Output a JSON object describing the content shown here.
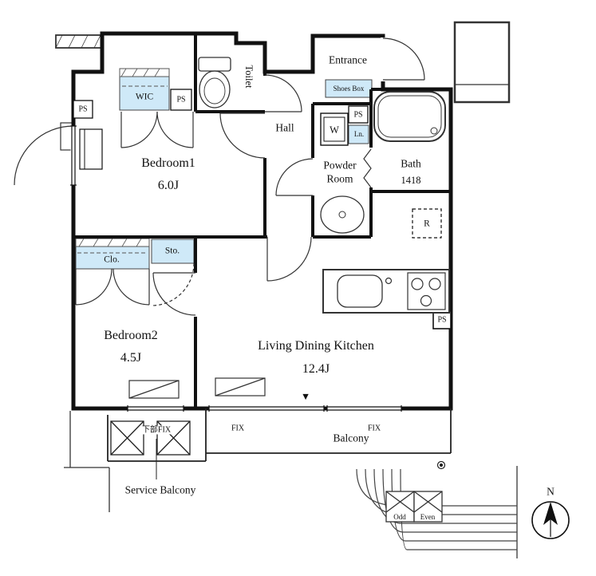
{
  "rooms": {
    "entrance": "Entrance",
    "toilet": "Toilet",
    "wic": "WIC",
    "hall": "Hall",
    "shoes_box": "Shoes Box",
    "washer": "W",
    "linen": "Ln.",
    "powder_room_line1": "Powder",
    "powder_room_line2": "Room",
    "bath": "Bath",
    "bath_size": "1418",
    "bedroom1": "Bedroom1",
    "bedroom1_size": "6.0J",
    "refrigerator": "R",
    "closet": "Clo.",
    "storage": "Sto.",
    "bedroom2": "Bedroom2",
    "bedroom2_size": "4.5J",
    "ldk": "Living Dining Kitchen",
    "ldk_size": "12.4J",
    "balcony": "Balcony",
    "service_balcony": "Service Balcony"
  },
  "markers": {
    "ps": "PS",
    "fix": "FIX",
    "lower_fix": "下部FIX",
    "odd": "Odd",
    "even": "Even",
    "north": "N",
    "entry": "▼"
  },
  "colors": {
    "storage_fill": "#cfe9f8",
    "wall": "#111111"
  }
}
